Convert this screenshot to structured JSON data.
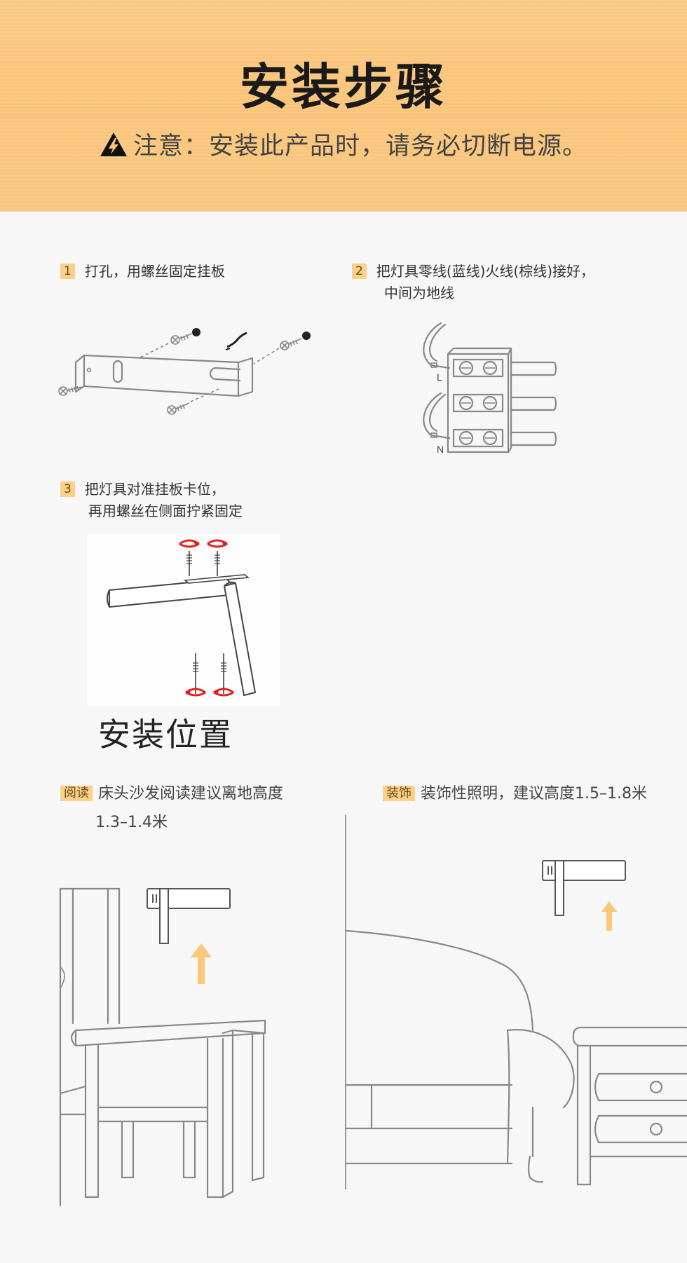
{
  "header": {
    "title": "安装步骤",
    "notice": "注意：安装此产品时，请务必切断电源。"
  },
  "steps": [
    {
      "num": "1",
      "lines": [
        "打孔，用螺丝固定挂板"
      ]
    },
    {
      "num": "2",
      "lines": [
        "把灯具零线(蓝线)火线(棕线)接好，",
        "中间为地线"
      ]
    },
    {
      "num": "3",
      "lines": [
        "把灯具对准挂板卡位，",
        "再用螺丝在侧面拧紧固定"
      ]
    }
  ],
  "terminal_labels": {
    "live": "L",
    "neutral": "N"
  },
  "position_title": "安装位置",
  "positions": [
    {
      "tag": "阅读",
      "lines": [
        "床头沙发阅读建议离地高度",
        "1.3–1.4米"
      ]
    },
    {
      "tag": "装饰",
      "lines": [
        "装饰性照明，建议高度1.5–1.8米"
      ]
    }
  ],
  "colors": {
    "header_bg": "#fbc57a",
    "badge_bg": "#fbd08a",
    "arrow": "#fbc877",
    "screw_arrow": "#e02020",
    "line_art": "#888888"
  }
}
